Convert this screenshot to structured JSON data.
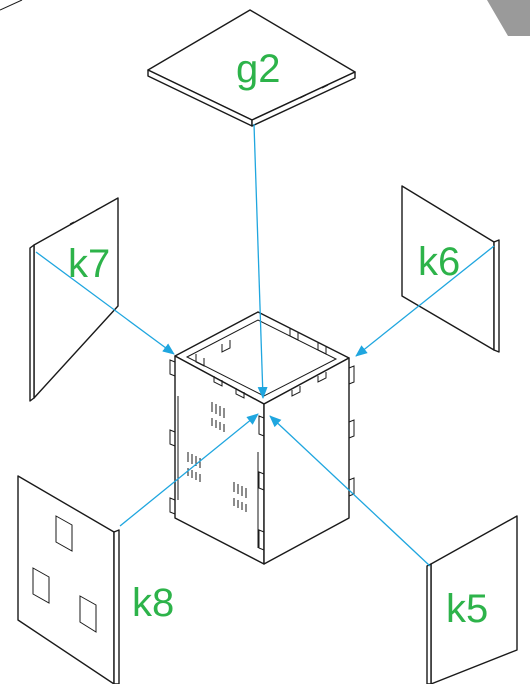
{
  "colors": {
    "label": "#2db34a",
    "arrow": "#1fa6df",
    "line": "#1a1a1a",
    "corner_mark": "#9a9a9a"
  },
  "parts": [
    {
      "id": "top",
      "label": "g2"
    },
    {
      "id": "left_back",
      "label": "k7"
    },
    {
      "id": "right_back",
      "label": "k6"
    },
    {
      "id": "front_left",
      "label": "k8"
    },
    {
      "id": "front_right",
      "label": "k5"
    }
  ]
}
